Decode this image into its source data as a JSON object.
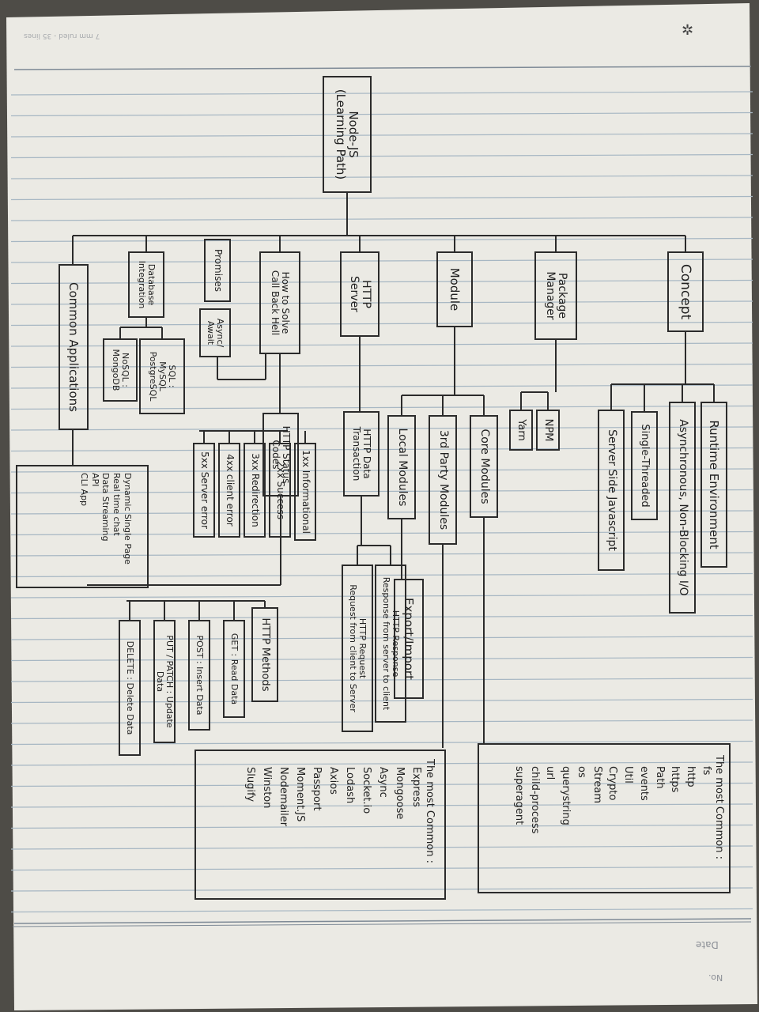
{
  "page": {
    "date_label": "Date",
    "no_label": "No.",
    "header_bleed": "7 mm ruled - 35 lines"
  },
  "root": "Node-JS\n(Learning Path)",
  "branches": {
    "concept": "Concept",
    "package_manager": "Package\nManager",
    "module": "Module",
    "http_server": "HTTP\nServer",
    "callback": "How to Solve\nCall Back Hell",
    "promises": "Promises",
    "async_await": "Async/\nAwait",
    "database": "Database\nIntegration",
    "common_apps": "Common Applications"
  },
  "concept_items": [
    "Runtime Environment",
    "Asynchronous, Non-Blocking I/O",
    "Single-Threaded",
    "Server Side Javascript"
  ],
  "package_managers": [
    "NPM",
    "Yarn"
  ],
  "module_items": {
    "core": "Core Modules",
    "third_party": "3rd Party Modules",
    "local": "Local Modules",
    "export_import": "Export/Import"
  },
  "core_modules_list": {
    "heading": "The most Common :",
    "items": [
      "fs",
      "http",
      "https",
      "Path",
      "events",
      "Util",
      "Crypto",
      "Stream",
      "os",
      "querystring",
      "url",
      "child-process",
      "superagent"
    ]
  },
  "third_party_list": {
    "heading": "The most Common :",
    "items": [
      "Express",
      "Mongoose",
      "Async",
      "Socket.io",
      "Lodash",
      "Axios",
      "Passport",
      "Moment.JS",
      "Nodemailer",
      "Winston",
      "Slugify"
    ]
  },
  "http_items": {
    "transaction": "HTTP Data\nTransaction",
    "response": "HTTP Response\nResponse from server to client",
    "request": "HTTP Request\nRequest from client to Server",
    "status_codes": "HTTP Status\nCodes",
    "methods": "HTTP Methods"
  },
  "status_codes": [
    "1xx Informational",
    "2xx Success",
    "3xx Redirection",
    "4xx client error",
    "5xx Server error"
  ],
  "methods": [
    "GET : Read Data",
    "POST : Insert Data",
    "PUT / PATCH : Update Data",
    "DELETE : Delete Data"
  ],
  "database": {
    "sql": "SQL :\nMySQL\nPostgreSQL",
    "nosql": "NoSQL :\nMongoDB"
  },
  "common_apps_list": [
    "Dynamic Single Page",
    "Real time chat",
    "Data Streaming",
    "API",
    "CLI App"
  ],
  "colors": {
    "paper": "#ecebe6",
    "rule": "#9fb4c4",
    "ink": "#2b2b2b",
    "margin": "#7e8a96"
  }
}
